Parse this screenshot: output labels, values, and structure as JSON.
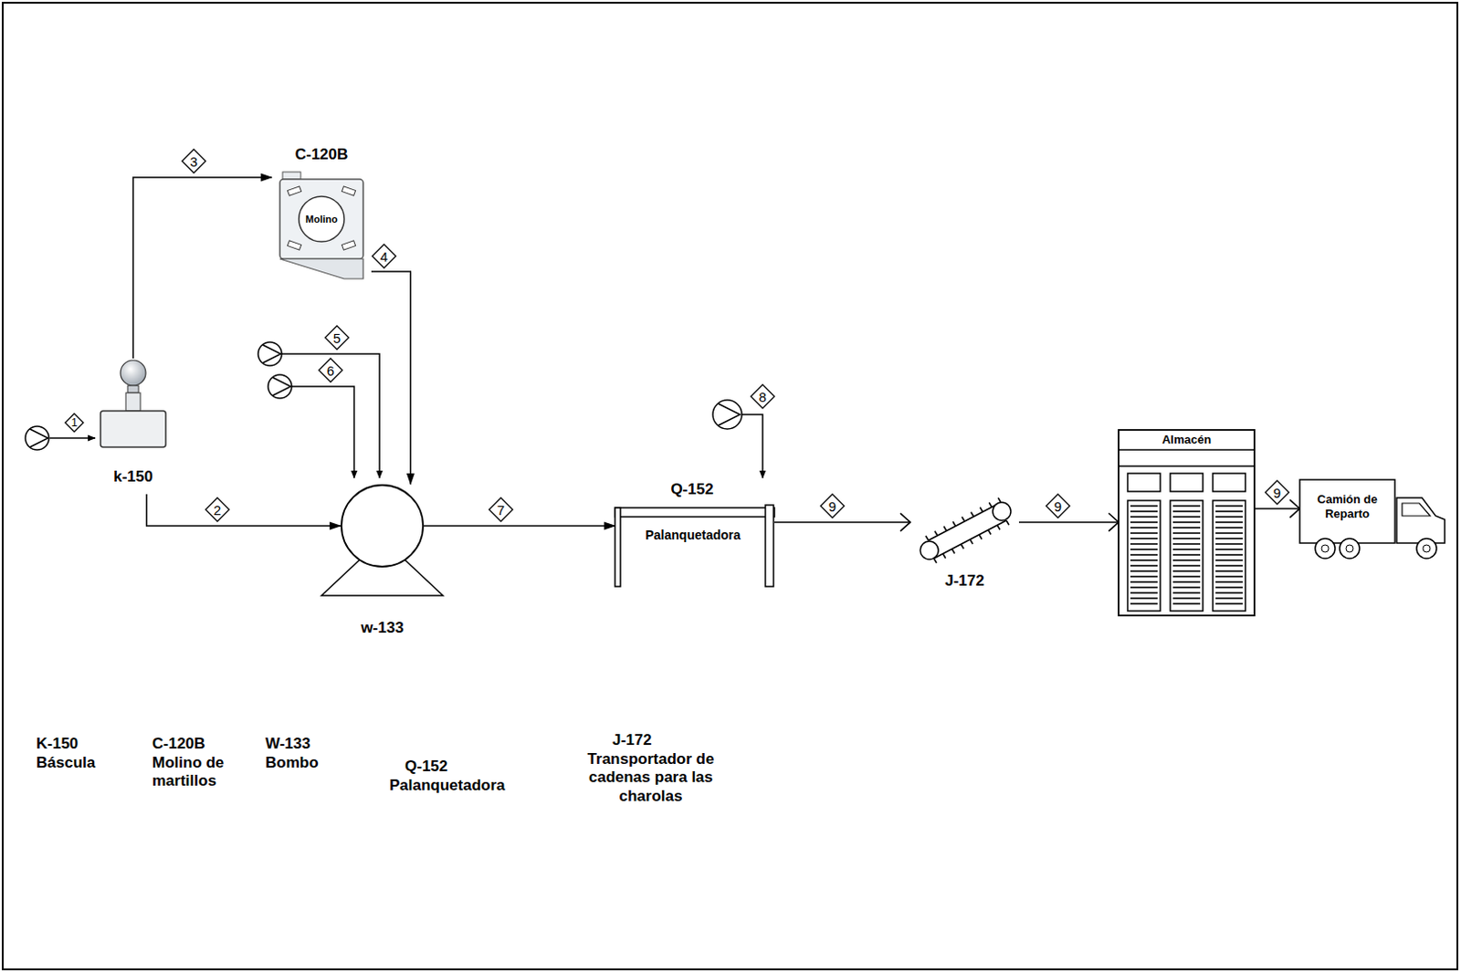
{
  "diagram": {
    "nodes": [
      {
        "text": [
          "k-150"
        ]
      },
      {
        "text": [
          "C-120B",
          "Molino"
        ]
      },
      {
        "text": [
          "w-133"
        ]
      },
      {
        "text": [
          "Q-152",
          "Palanquetadora"
        ]
      },
      {
        "text": [
          "J-172"
        ]
      },
      {
        "text": [
          "Almacén"
        ]
      },
      {
        "text": [
          "Camión de Reparto"
        ]
      }
    ],
    "edges": [
      {
        "from": 0,
        "to": 1,
        "label": "3",
        "arrow": "to"
      },
      {
        "from": 0,
        "to": 2,
        "label": "2",
        "arrow": "to"
      },
      {
        "from": 1,
        "to": 2,
        "label": "4",
        "arrow": "to"
      },
      {
        "from": 2,
        "to": 3,
        "label": "7",
        "arrow": "to"
      },
      {
        "from": 3,
        "to": 4,
        "label": "9",
        "arrow": "to"
      },
      {
        "from": 4,
        "to": 5,
        "label": "9",
        "arrow": "to"
      },
      {
        "from": 5,
        "to": 6,
        "label": "9",
        "arrow": "to"
      }
    ],
    "labels": [
      "1",
      "5",
      "6",
      "8",
      "K-150",
      "Báscula",
      "C-120B",
      "Molino de martillos",
      "W-133",
      "Bombo",
      "Q-152",
      "Palanquetadora",
      "J-172",
      "Transportador de cadenas para las charolas"
    ]
  }
}
